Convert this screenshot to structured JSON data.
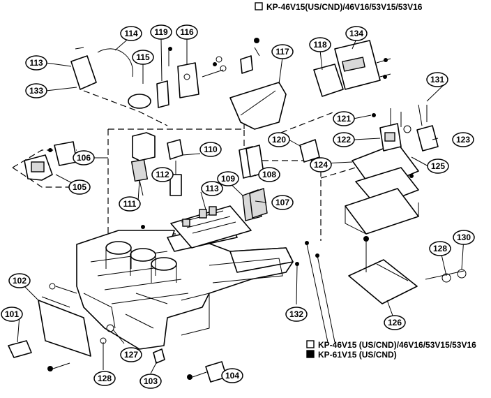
{
  "legend": {
    "top": {
      "symbol": "open-square",
      "text": "KP-46V15(US/CND)/46V16/53V15/53V16"
    },
    "bottom": [
      {
        "symbol": "open-square",
        "text": "KP-46V15 (US/CND)/46V16/53V15/53V16"
      },
      {
        "symbol": "filled-square",
        "text": "KP-61V15 (US/CND)"
      }
    ]
  },
  "callouts": [
    {
      "id": "c101",
      "label": "101"
    },
    {
      "id": "c102",
      "label": "102"
    },
    {
      "id": "c103",
      "label": "103"
    },
    {
      "id": "c104",
      "label": "104"
    },
    {
      "id": "c105",
      "label": "105"
    },
    {
      "id": "c106",
      "label": "106"
    },
    {
      "id": "c107",
      "label": "107"
    },
    {
      "id": "c108",
      "label": "108"
    },
    {
      "id": "c109",
      "label": "109"
    },
    {
      "id": "c110",
      "label": "110"
    },
    {
      "id": "c111",
      "label": "111"
    },
    {
      "id": "c112",
      "label": "112"
    },
    {
      "id": "c113a",
      "label": "113"
    },
    {
      "id": "c113b",
      "label": "113"
    },
    {
      "id": "c114",
      "label": "114"
    },
    {
      "id": "c115",
      "label": "115"
    },
    {
      "id": "c116",
      "label": "116"
    },
    {
      "id": "c117",
      "label": "117"
    },
    {
      "id": "c118",
      "label": "118"
    },
    {
      "id": "c119",
      "label": "119"
    },
    {
      "id": "c120",
      "label": "120"
    },
    {
      "id": "c121",
      "label": "121"
    },
    {
      "id": "c122",
      "label": "122"
    },
    {
      "id": "c123",
      "label": "123"
    },
    {
      "id": "c124",
      "label": "124"
    },
    {
      "id": "c125",
      "label": "125"
    },
    {
      "id": "c126",
      "label": "126"
    },
    {
      "id": "c127",
      "label": "127"
    },
    {
      "id": "c128a",
      "label": "128"
    },
    {
      "id": "c128b",
      "label": "128"
    },
    {
      "id": "c130",
      "label": "130"
    },
    {
      "id": "c131",
      "label": "131"
    },
    {
      "id": "c132",
      "label": "132"
    },
    {
      "id": "c133",
      "label": "133"
    },
    {
      "id": "c134",
      "label": "134"
    }
  ]
}
